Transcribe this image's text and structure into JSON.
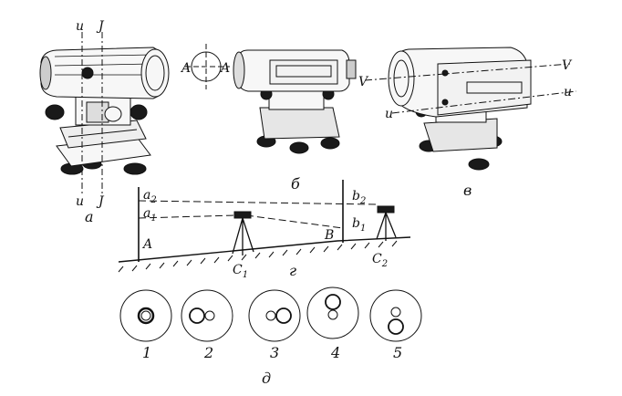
{
  "panel_a": {
    "caption": "а",
    "axis_u_top": "u",
    "axis_j_top": "J",
    "axis_u_bottom": "u",
    "axis_j_bottom": "J"
  },
  "panel_b": {
    "caption": "б",
    "axis_left": "A",
    "axis_right": "A"
  },
  "panel_v": {
    "caption": "в",
    "axis_v_left": "V",
    "axis_v_right": "V",
    "axis_u_left": "u",
    "axis_u_right": "u"
  },
  "panel_g": {
    "caption": "г",
    "point_a2": "a",
    "sub_a2": "2",
    "point_a1": "a",
    "sub_a1": "1",
    "point_b2": "b",
    "sub_b2": "2",
    "point_b1": "b",
    "sub_b1": "1",
    "point_A": "A",
    "point_B": "B",
    "station_c1": "C",
    "sub_c1": "1",
    "station_c2": "C",
    "sub_c2": "2"
  },
  "panel_d": {
    "caption": "д",
    "bubbles": [
      "1",
      "2",
      "3",
      "4",
      "5"
    ]
  }
}
